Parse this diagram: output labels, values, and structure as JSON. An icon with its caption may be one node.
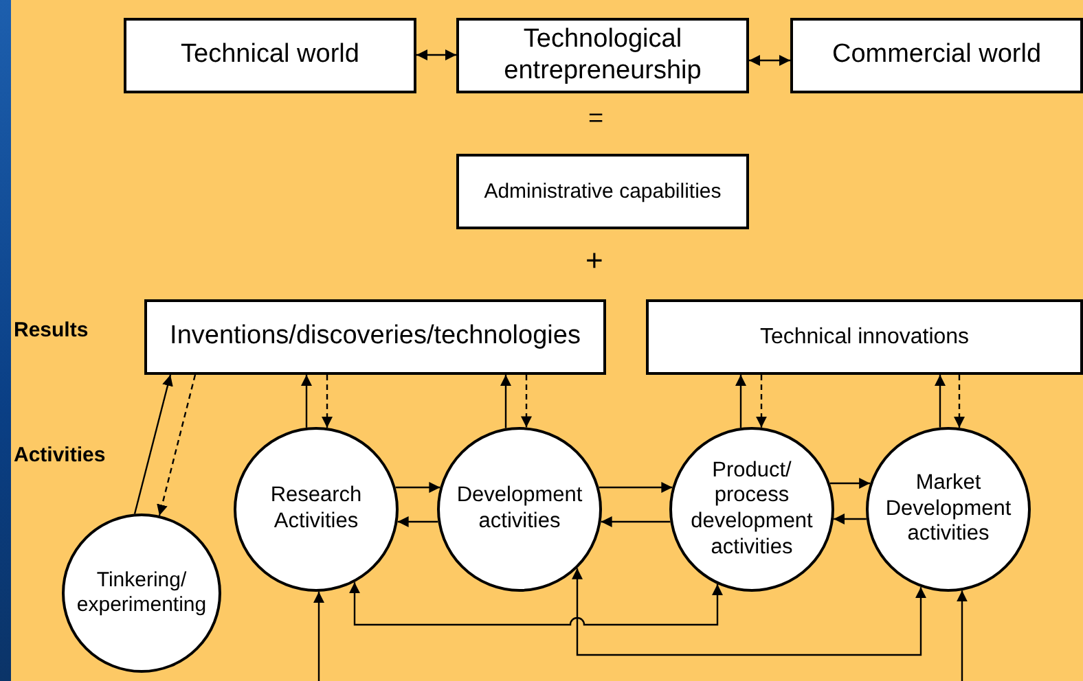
{
  "diagram": {
    "nodes": [
      {
        "text": [
          "Technical world"
        ]
      },
      {
        "text": [
          "Technological entrepreneurship"
        ]
      },
      {
        "text": [
          "Commercial world"
        ]
      },
      {
        "text": [
          "Administrative capabilities"
        ]
      },
      {
        "text": [
          "Inventions/discoveries/technologies"
        ]
      },
      {
        "text": [
          "Technical innovations"
        ]
      },
      {
        "text": [
          "Tinkering/ experimenting"
        ]
      },
      {
        "text": [
          "Research Activities"
        ]
      },
      {
        "text": [
          "Development activities"
        ]
      },
      {
        "text": [
          "Product/ process development activities"
        ]
      },
      {
        "text": [
          "Market Development activities"
        ]
      }
    ],
    "edges": [
      {
        "from": 0,
        "to": 1,
        "arrow": "both"
      },
      {
        "from": 1,
        "to": 2,
        "arrow": "both"
      },
      {
        "from": 6,
        "to": 4,
        "arrow": "to"
      },
      {
        "from": 4,
        "to": 6,
        "arrow": "to",
        "style": "dashed"
      },
      {
        "from": 7,
        "to": 4,
        "arrow": "to"
      },
      {
        "from": 4,
        "to": 7,
        "arrow": "to",
        "style": "dashed"
      },
      {
        "from": 8,
        "to": 4,
        "arrow": "to"
      },
      {
        "from": 4,
        "to": 8,
        "arrow": "to",
        "style": "dashed"
      },
      {
        "from": 9,
        "to": 5,
        "arrow": "to"
      },
      {
        "from": 5,
        "to": 9,
        "arrow": "to",
        "style": "dashed"
      },
      {
        "from": 10,
        "to": 5,
        "arrow": "to"
      },
      {
        "from": 5,
        "to": 10,
        "arrow": "to",
        "style": "dashed"
      },
      {
        "from": 7,
        "to": 8,
        "arrow": "to"
      },
      {
        "from": 8,
        "to": 7,
        "arrow": "to"
      },
      {
        "from": 8,
        "to": 9,
        "arrow": "to"
      },
      {
        "from": 9,
        "to": 8,
        "arrow": "to"
      },
      {
        "from": 9,
        "to": 10,
        "arrow": "to"
      },
      {
        "from": 10,
        "to": 9,
        "arrow": "to"
      },
      {
        "from": null,
        "to": 7,
        "arrow": "to"
      },
      {
        "from": null,
        "to": 10,
        "arrow": "to"
      },
      {
        "from": 7,
        "to": 9,
        "arrow": "both"
      },
      {
        "from": 8,
        "to": 10,
        "arrow": "both"
      }
    ],
    "labels": [
      "=",
      "+",
      "Results",
      "Activities"
    ]
  }
}
